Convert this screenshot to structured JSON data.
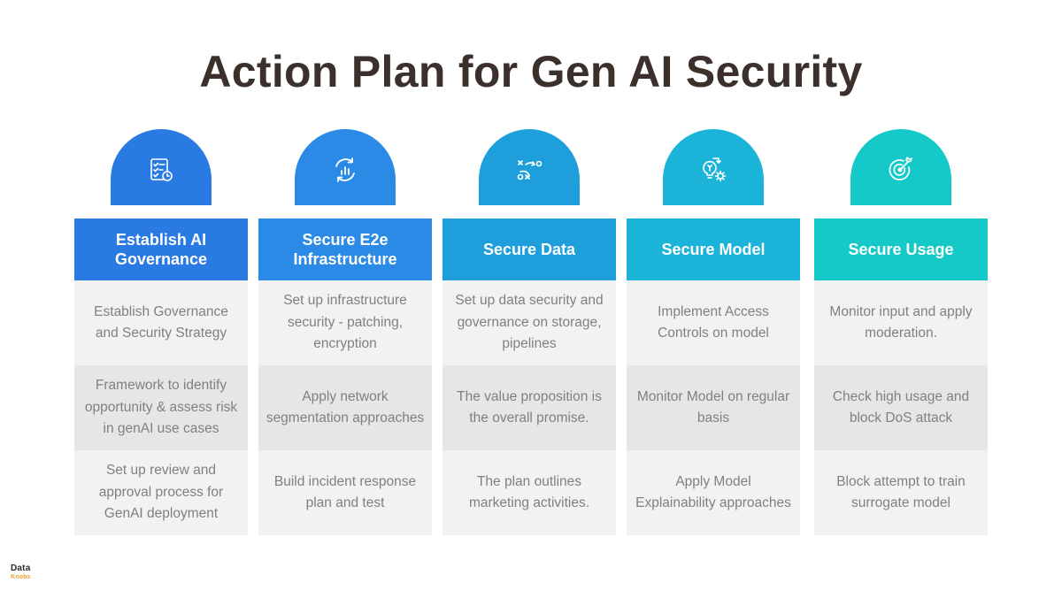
{
  "title": "Action Plan for Gen AI Security",
  "columns": [
    {
      "header": "Establish AI Governance",
      "icon": "checklist-icon",
      "color": "#2a7ae4",
      "rows": [
        "Establish Governance and Security Strategy",
        "Framework to identify opportunity & assess risk in genAI use cases",
        "Set up review and approval process for GenAI deployment"
      ]
    },
    {
      "header": "Secure E2e Infrastructure",
      "icon": "cycle-chart-icon",
      "color": "#2b8ae6",
      "rows": [
        "Set up infrastructure security - patching, encryption",
        "Apply network segmentation approaches",
        "Build incident response plan and test"
      ]
    },
    {
      "header": "Secure Data",
      "icon": "strategy-icon",
      "color": "#1e9fdb",
      "rows": [
        "Set up data security and governance on storage, pipelines",
        "The value proposition is the overall promise.",
        "The plan outlines marketing activities."
      ]
    },
    {
      "header": "Secure Model",
      "icon": "bulb-gear-icon",
      "color": "#1cb3d9",
      "rows": [
        "Implement Access Controls on model",
        "Monitor Model on regular basis",
        "Apply Model Explainability approaches"
      ]
    },
    {
      "header": "Secure Usage",
      "icon": "target-icon",
      "color": "#14c9c8",
      "rows": [
        "Monitor input and apply moderation.",
        "Check high usage and block DoS attack",
        "Block attempt to train surrogate model"
      ]
    }
  ],
  "logo": {
    "line1": "Data",
    "line2": "Knobs"
  }
}
